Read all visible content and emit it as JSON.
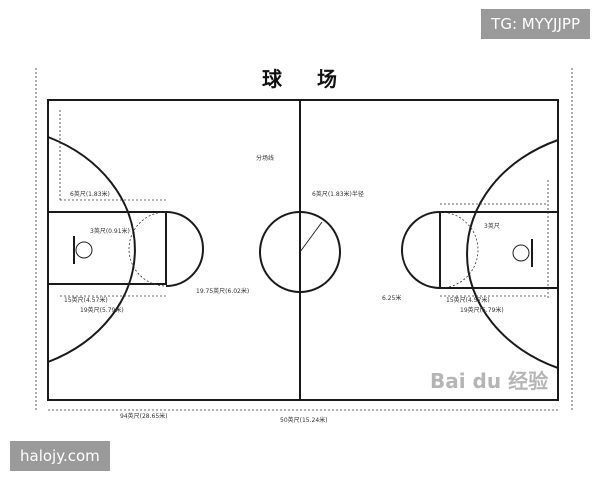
{
  "title": "球 场",
  "watermarks": {
    "top_right": "TG: MYYJJPP",
    "bottom_left": "halojy.com",
    "baidu_logo": "Bai du 经验"
  },
  "labels": {
    "center_line": "分场线",
    "left_free_throw_lane": "3英尺(0.91米)",
    "right_free_throw_lane": "3英尺",
    "center_circle": "6英尺(1.83米)半径",
    "left_arc": "19.75英尺(6.02米)",
    "right_arc": "6.25米",
    "left_bottom_dim": "15英尺(4.57米)",
    "left_bottom_dim2": "19英尺(5.79米)",
    "right_bottom_dim": "15英尺(4.57米)",
    "right_bottom_dim2": "19英尺(5.79米)",
    "left_top_dim": "6英尺(1.83米)",
    "bottom_center": "50英尺(15.24米)",
    "bottom_left_dim": "94英尺(28.65米)"
  },
  "colors": {
    "line": "#1a1a1a",
    "tag_bg": "#9a9a9a"
  }
}
